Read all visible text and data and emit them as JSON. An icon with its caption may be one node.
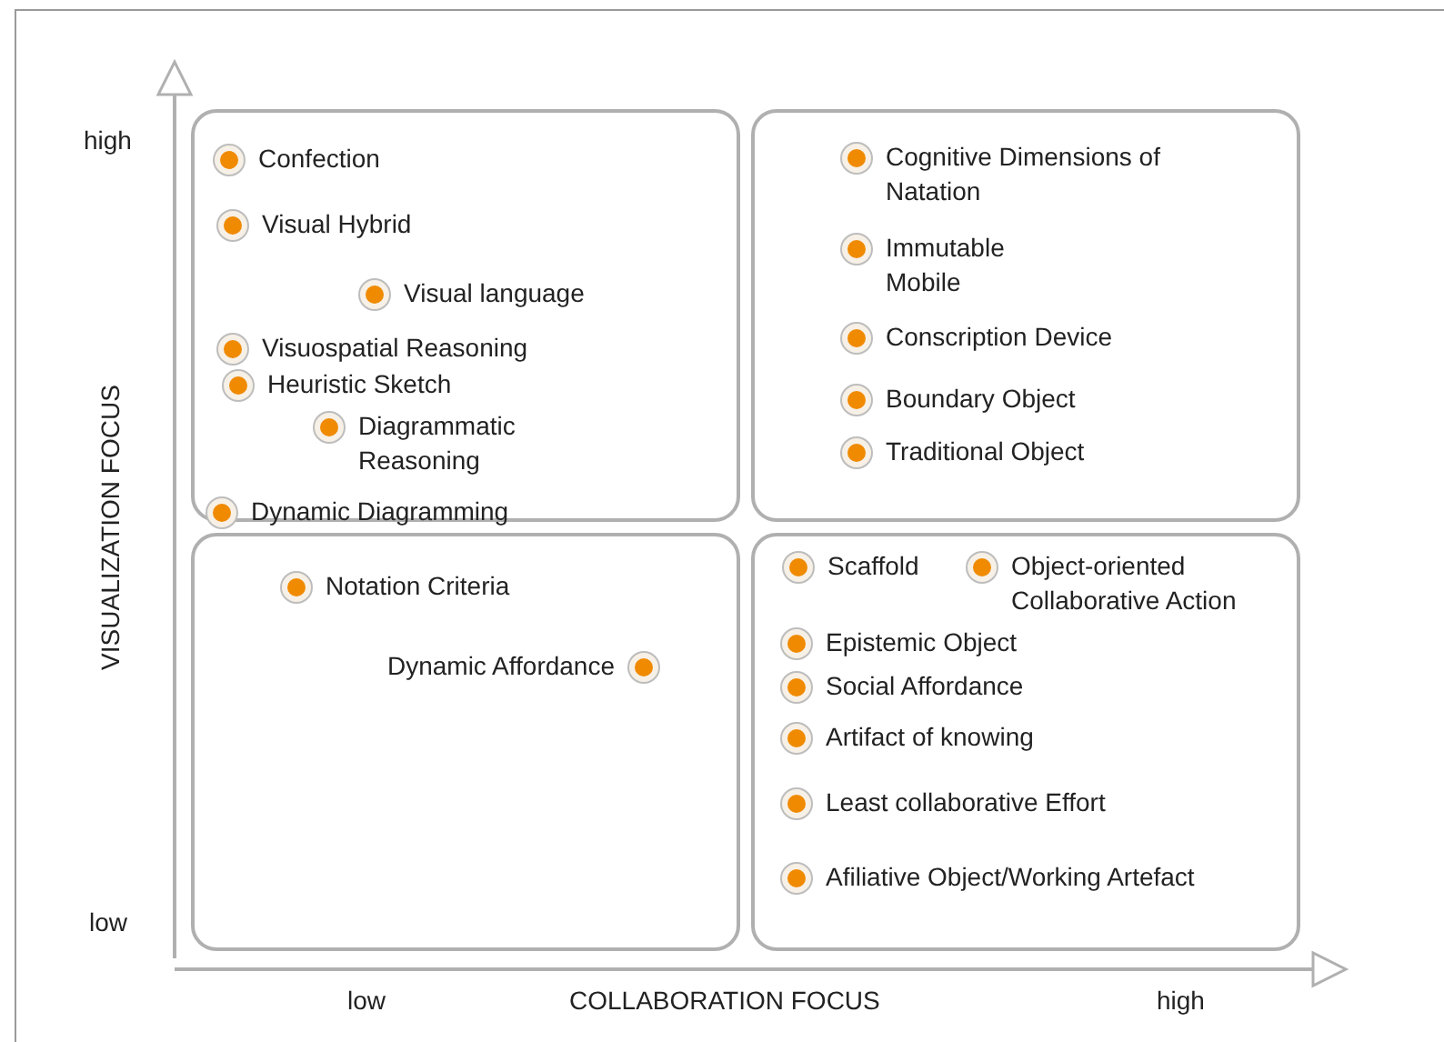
{
  "diagram": {
    "nodes": [
      {
        "text": [],
        "shape": "box"
      },
      {
        "text": [],
        "shape": "box"
      },
      {
        "text": [],
        "shape": "box"
      },
      {
        "text": [],
        "shape": "box"
      },
      {
        "text": [
          "Confection"
        ],
        "in": 0
      },
      {
        "text": [
          "Visual Hybrid"
        ],
        "in": 0
      },
      {
        "text": [
          "Visual language"
        ],
        "in": 0
      },
      {
        "text": [
          "Visuospatial Reasoning"
        ],
        "in": 0
      },
      {
        "text": [
          "Heuristic Sketch"
        ],
        "in": 0
      },
      {
        "text": [
          "Diagrammatic Reasoning"
        ],
        "in": 0
      },
      {
        "text": [
          "Dynamic Diagramming"
        ],
        "in": 0
      },
      {
        "text": [
          "Cognitive Dimensions of Natation"
        ],
        "in": 1
      },
      {
        "text": [
          "Immutable Mobile"
        ],
        "in": 1
      },
      {
        "text": [
          "Conscription Device"
        ],
        "in": 1
      },
      {
        "text": [
          "Boundary Object"
        ],
        "in": 1
      },
      {
        "text": [
          "Traditional Object"
        ],
        "in": 1
      },
      {
        "text": [
          "Notation Criteria"
        ],
        "in": 2
      },
      {
        "text": [
          "Dynamic Affordance"
        ],
        "in": 2
      },
      {
        "text": [
          "Scaffold"
        ],
        "in": 3
      },
      {
        "text": [
          "Object-oriented Collaborative Action"
        ],
        "in": 3
      },
      {
        "text": [
          "Epistemic Object"
        ],
        "in": 3
      },
      {
        "text": [
          "Social Affordance"
        ],
        "in": 3
      },
      {
        "text": [
          "Artifact of knowing"
        ],
        "in": 3
      },
      {
        "text": [
          "Least collaborative Effort"
        ],
        "in": 3
      },
      {
        "text": [
          "Afiliative Object/Working Artefact"
        ],
        "in": 3
      }
    ],
    "labels": [
      "high",
      "VISUALIZATION FOCUS",
      "low",
      "low",
      "COLLABORATION FOCUS",
      "high"
    ]
  }
}
